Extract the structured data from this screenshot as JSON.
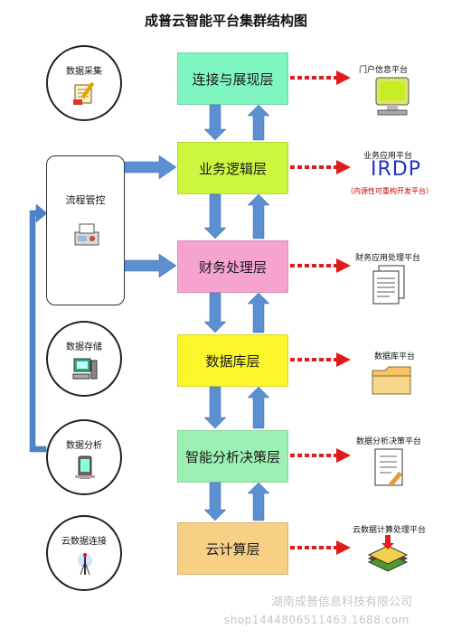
{
  "title": "成普云智能平台集群结构图",
  "layers": [
    {
      "label": "连接与展现层",
      "color": "#7ff5c0"
    },
    {
      "label": "业务逻辑层",
      "color": "#ccf73f"
    },
    {
      "label": "财务处理层",
      "color": "#f6a4cf"
    },
    {
      "label": "数据库层",
      "color": "#fbf52b"
    },
    {
      "label": "智能分析决策层",
      "color": "#9cf0b3"
    },
    {
      "label": "云计算层",
      "color": "#f7cf85"
    }
  ],
  "left_nodes": {
    "collect": "数据采集",
    "process": "流程管控",
    "storage": "数据存储",
    "analysis": "数据分析",
    "cloud": "云数据连接"
  },
  "right_labels": {
    "portal": "门户信息平台",
    "business": "业务应用平台",
    "irdp": "IRDP",
    "irdp_sub": "（内源性可重构开发平台）",
    "finance": "财务应用处理平台",
    "database": "数据库平台",
    "decision": "数据分析决策平台",
    "cloudcalc": "云数据计算处理平台"
  },
  "watermark": {
    "company": "湖南成普信息科技有限公司",
    "url": "shop1444806511463.1688.com"
  },
  "colors": {
    "arrow_blue": "#5b8fd0",
    "arrow_red": "#e01b1b",
    "left_arrow": "#4f82c9"
  }
}
